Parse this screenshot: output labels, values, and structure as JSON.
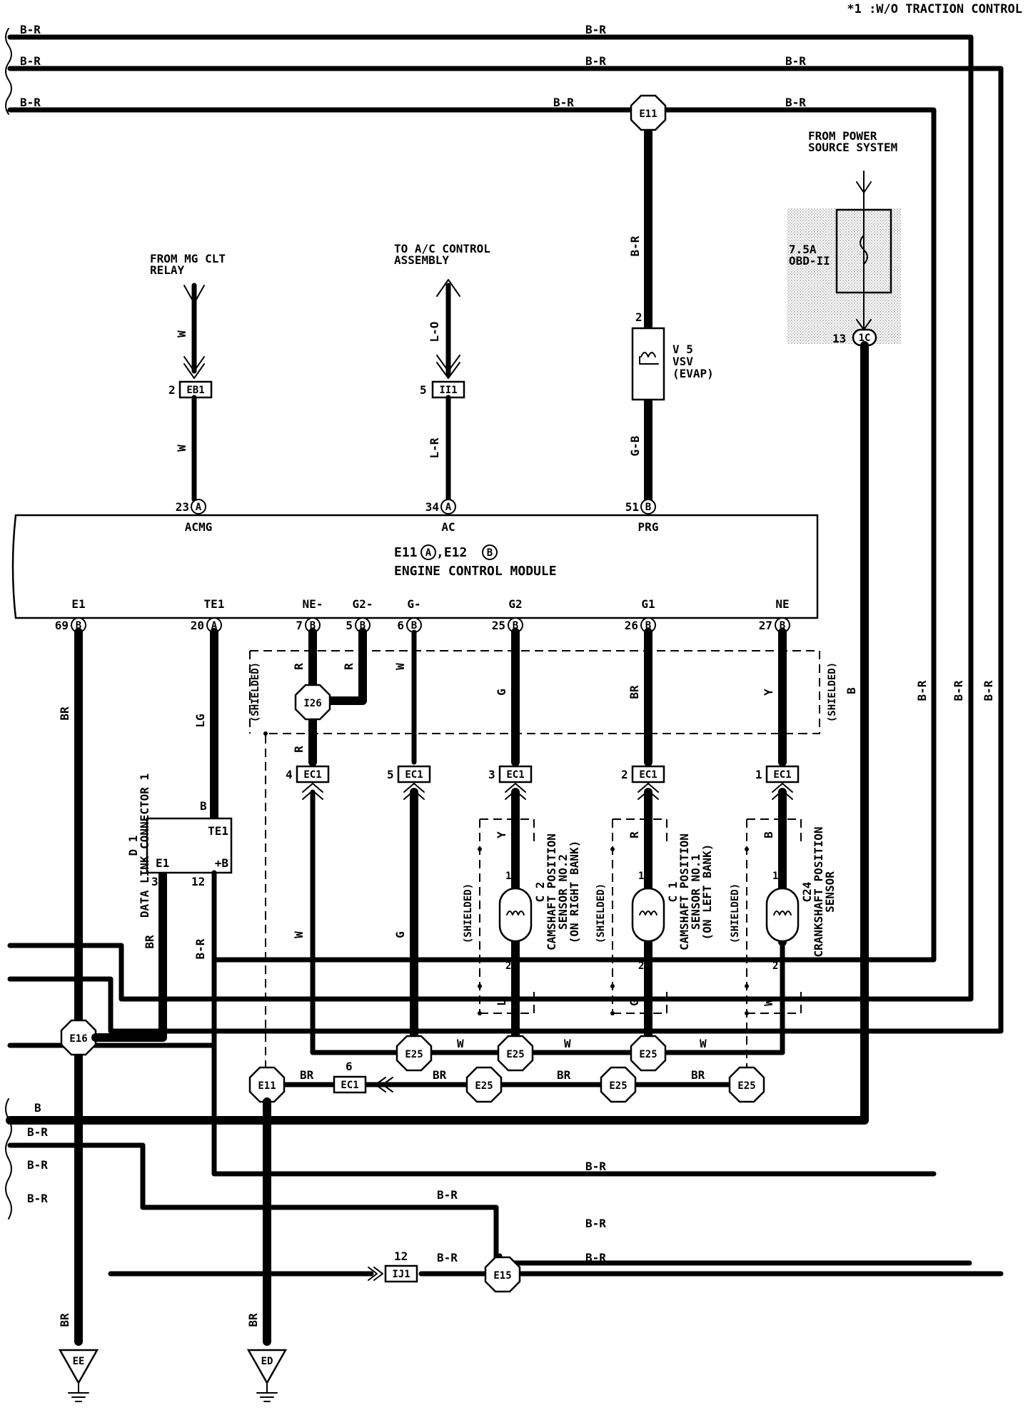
{
  "note": "*1 :W/O TRACTION CONTROL",
  "ecm": {
    "title": "ENGINE CONTROL MODULE",
    "connectors_prefix": "E11",
    "connectors_mid": ",E12"
  },
  "wires": {
    "b_r": "B-R",
    "b": "B",
    "br": "BR",
    "w": "W",
    "l_o": "L-O",
    "l_r": "L-R",
    "g_b": "G-B",
    "lg": "LG",
    "r": "R",
    "g": "G",
    "y": "Y",
    "l": "L"
  },
  "sources": {
    "mg_clt": [
      "FROM MG CLT",
      "RELAY"
    ],
    "ac": [
      "TO A/C CONTROL",
      "ASSEMBLY"
    ],
    "power": [
      "FROM POWER",
      "SOURCE SYSTEM"
    ]
  },
  "fuse": [
    "7.5A",
    "OBD-II"
  ],
  "connectors": {
    "e11": "E11",
    "eb1": "EB1",
    "ii1": "II1",
    "ic": "1C",
    "ec1": "EC1",
    "i26": "I26",
    "e16": "E16",
    "e25": "E25",
    "e15": "E15",
    "ij1": "IJ1",
    "ee": "EE",
    "ed": "ED"
  },
  "pin_letters": {
    "a": "A",
    "b": "B"
  },
  "ecm_pins": {
    "acmg": {
      "num": "23",
      "name": "ACMG"
    },
    "ac": {
      "num": "34",
      "name": "AC"
    },
    "prg": {
      "num": "51",
      "name": "PRG"
    },
    "e1": {
      "num": "69",
      "name": "E1"
    },
    "te1": {
      "num": "20",
      "name": "TE1"
    },
    "ne_minus": {
      "num": "7",
      "name": "NE-"
    },
    "g2_minus": {
      "num": "5",
      "name": "G2-"
    },
    "g_minus": {
      "num": "6",
      "name": "G-"
    },
    "g2": {
      "num": "25",
      "name": "G2"
    },
    "g1": {
      "num": "26",
      "name": "G1"
    },
    "ne": {
      "num": "27",
      "name": "NE"
    }
  },
  "pin_nums": {
    "p1": "1",
    "p2": "2",
    "p3": "3",
    "p4": "4",
    "p5": "5",
    "p6": "6",
    "p12": "12",
    "p13": "13",
    "p3b": "3"
  },
  "vsv": [
    "V 5",
    "VSV",
    "(EVAP)"
  ],
  "dlc": {
    "label": [
      "D 1",
      "DATA LINK CONNECTOR 1"
    ],
    "te1": "TE1",
    "e1": "E1",
    "plus_b": "+B"
  },
  "shielded": "(SHIELDED)",
  "sensors": {
    "c2": [
      "C 2",
      "CAMSHAFT POSITION",
      "SENSOR NO.2",
      "(ON RIGHT BANK)"
    ],
    "c1": [
      "C 1",
      "CAMSHAFT POSITION",
      "SENSOR NO.1",
      "(ON LEFT BANK)"
    ],
    "c24": [
      "C24",
      "CRANKSHAFT POSITION",
      "SENSOR"
    ]
  }
}
